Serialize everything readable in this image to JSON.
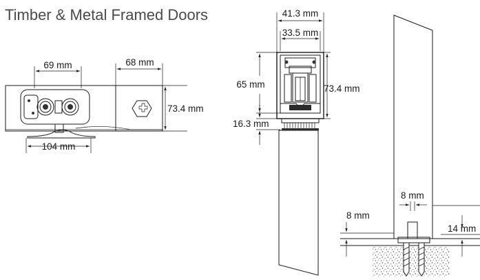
{
  "title": "Timber & Metal Framed Doors",
  "dimensions": {
    "top_width": "69 mm",
    "end_width": "68 mm",
    "track_height": "73.4 mm",
    "base_width": "104 mm",
    "outer_width": "41.3 mm",
    "inner_width": "33.5 mm",
    "height_65": "65 mm",
    "section_height": "73.4 mm",
    "gap": "16.3 mm",
    "guide_width": "8 mm",
    "floor_gap": "8 mm",
    "guide_depth": "14 mm"
  }
}
